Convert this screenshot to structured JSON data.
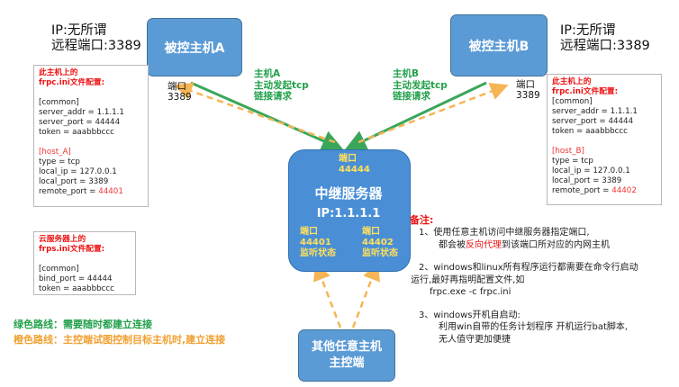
{
  "host_a": {
    "title": "被控主机A",
    "ip_line": "IP:无所谓",
    "remote_port_line": "远程端口:3389",
    "port_label": "端口",
    "port_value": "3389",
    "config_title_1": "此主机上的",
    "config_title_2": "frpc.ini文件配置:",
    "config_lines": [
      "[common]",
      "server_addr = 1.1.1.1",
      "server_port = 44444",
      "token = aaabbbccc"
    ],
    "section": "[host_A]",
    "section_lines": [
      "type = tcp",
      "local_ip = 127.0.0.1",
      "local_port = 3389"
    ],
    "remote_port_key": "remote_port = ",
    "remote_port_value": "44401",
    "request_lines": [
      "主机A",
      "主动发起tcp",
      "链接请求"
    ]
  },
  "host_b": {
    "title": "被控主机B",
    "ip_line": "IP:无所谓",
    "remote_port_line": "远程端口:3389",
    "port_label": "端口",
    "port_value": "3389",
    "config_title_1": "此主机上的",
    "config_title_2": "frpc.ini文件配置:",
    "config_lines": [
      "[common]",
      "server_addr = 1.1.1.1",
      "server_port = 44444",
      "token = aaabbbccc"
    ],
    "section": "[host_B]",
    "section_lines": [
      "type = tcp",
      "local_ip = 127.0.0.1",
      "local_port = 3389"
    ],
    "remote_port_key": "remote_port = ",
    "remote_port_value": "44402",
    "request_lines": [
      "主机B",
      "主动发起tcp",
      "链接请求"
    ]
  },
  "relay": {
    "top_port_label": "端口",
    "top_port_value": "44444",
    "title": "中继服务器",
    "ip": "IP:1.1.1.1",
    "left_port": [
      "端口",
      "44401",
      "监听状态"
    ],
    "right_port": [
      "端口",
      "44402",
      "监听状态"
    ]
  },
  "cloud_config": {
    "title_1": "云服务器上的",
    "title_2": "frps.ini文件配置:",
    "lines": [
      "[common]",
      "bind_port = 44444",
      "token = aaabbbccc"
    ]
  },
  "controller": {
    "line1": "其他任意主机",
    "line2": "主控端"
  },
  "legend": {
    "green": "绿色路线：需要随时都建立连接",
    "orange": "橙色路线：主控端试图控制目标主机时,建立连接"
  },
  "notes": {
    "title": "备注:",
    "item1_a": "1、使用任意主机访问中继服务器指定端口,",
    "item1_b_pre": "都会被",
    "item1_b_red": "反向代理",
    "item1_b_post": "到该端口所对应的内网主机",
    "item2_a": "2、windows和linux所有程序运行都需要在命令行启动",
    "item2_b": "运行,最好再指明配置文件,如",
    "item2_c": "frpc.exe   -c   frpc.ini",
    "item3_a": "3、windows开机自启动:",
    "item3_b": "利用win自带的任务计划程序 开机运行bat脚本,",
    "item3_c": "无人值守更加便捷"
  },
  "colors": {
    "box_blue": "#5b9bd5",
    "relay_blue": "#4a8fd6",
    "green_line": "#3aa65a",
    "orange_line": "#f5b555",
    "config_red": "#e11111",
    "port_yellow": "#ffe05a"
  }
}
